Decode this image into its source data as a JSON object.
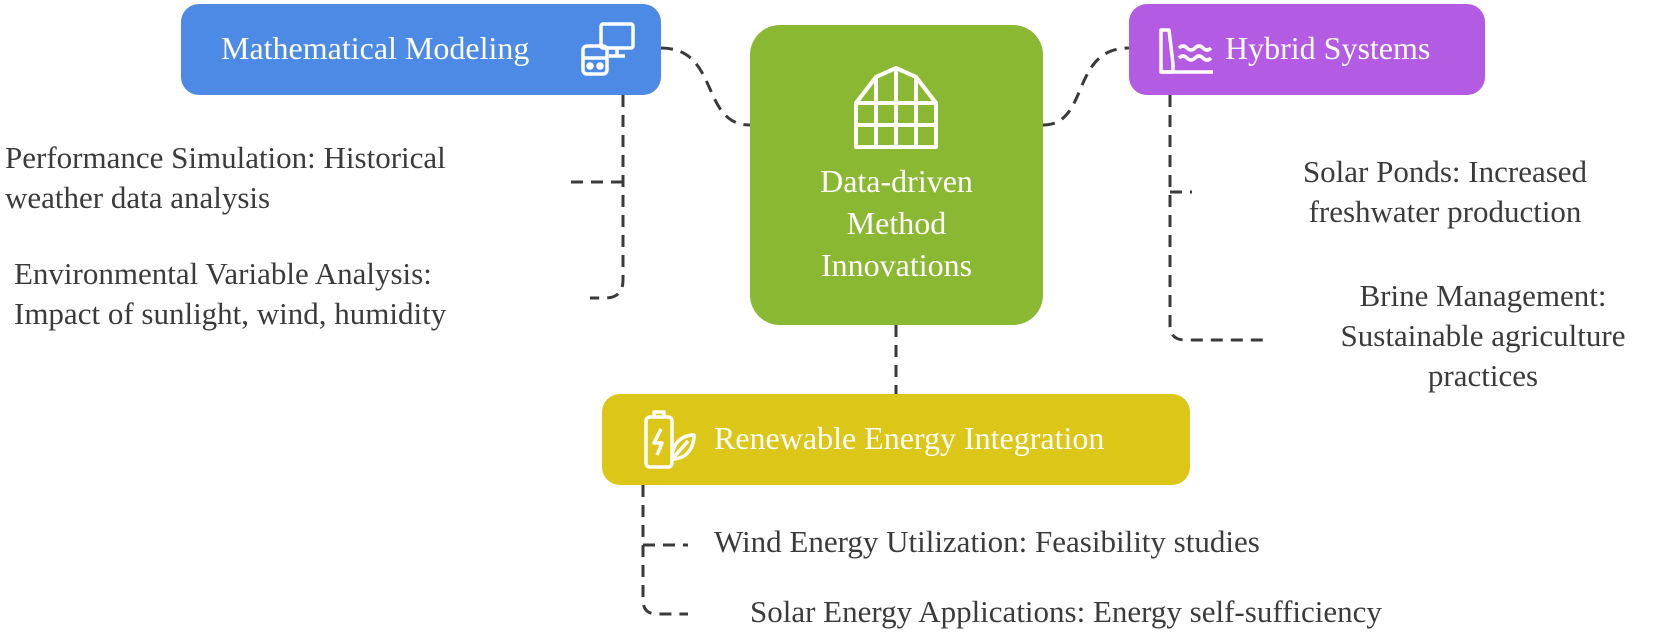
{
  "center": {
    "label": "Data-driven Method Innovations",
    "icon": "greenhouse-icon",
    "color": "#8bb832"
  },
  "branches": {
    "math": {
      "label": "Mathematical Modeling",
      "icon": "computer-terminal-icon",
      "color": "#4d8ae6",
      "leaves": [
        "Performance Simulation: Historical weather data analysis",
        "Environmental Variable Analysis: Impact of sunlight, wind, humidity"
      ]
    },
    "hybrid": {
      "label": "Hybrid Systems",
      "icon": "solar-pond-icon",
      "color": "#b45be3",
      "leaves": [
        "Solar Ponds: Increased freshwater production",
        "Brine Management: Sustainable agriculture practices"
      ]
    },
    "renewable": {
      "label": "Renewable Energy Integration",
      "icon": "eco-battery-icon",
      "color": "#dcc617",
      "leaves": [
        "Wind Energy Utilization: Feasibility studies",
        "Solar Energy Applications: Energy self-sufficiency"
      ]
    }
  },
  "text_color": "#3b3b3b",
  "connector_color": "#3a3a3a"
}
